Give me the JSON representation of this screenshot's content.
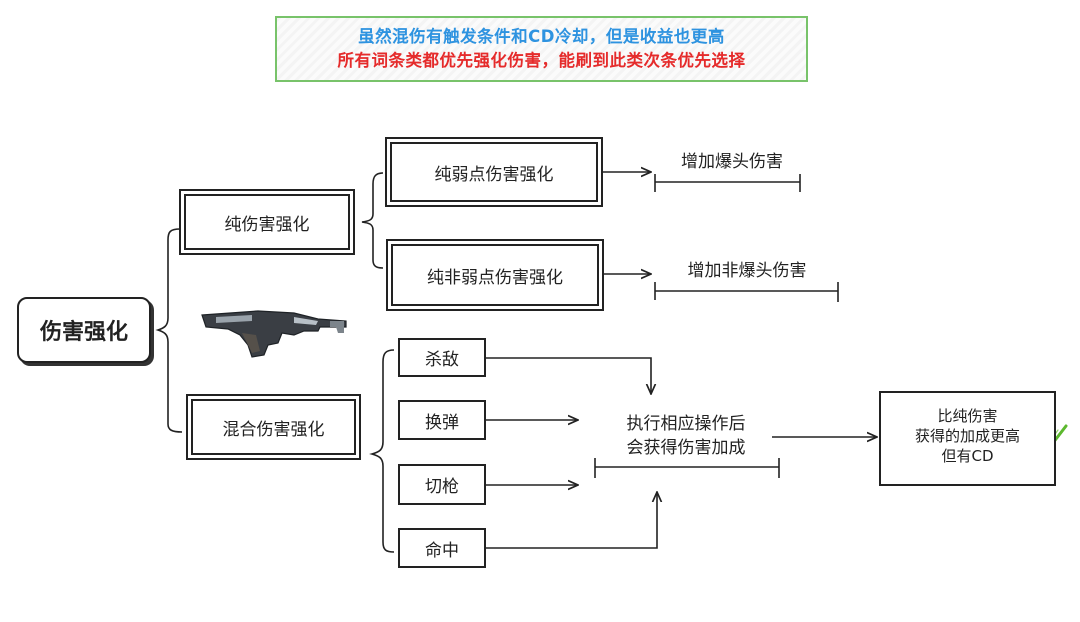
{
  "banner": {
    "line1": "虽然混伤有触发条件和CD冷却，但是收益也更高",
    "line2": "所有词条类都优先强化伤害，能刷到此类次条优先选择",
    "color_line1": "#2e93e0",
    "color_line2": "#e52b2b"
  },
  "root": {
    "label": "伤害强化"
  },
  "pure": {
    "label": "纯伤害强化",
    "children": [
      {
        "label": "纯弱点伤害强化",
        "effect": "增加爆头伤害"
      },
      {
        "label": "纯非弱点伤害强化",
        "effect": "增加非爆头伤害"
      }
    ]
  },
  "mixed": {
    "label": "混合伤害强化",
    "triggers": [
      "杀敌",
      "换弹",
      "切枪",
      "命中"
    ],
    "effect_line1": "执行相应操作后",
    "effect_line2": "会获得伤害加成",
    "result": [
      "比纯伤害",
      "获得的加成更高",
      "但有CD"
    ]
  },
  "icons": {
    "weapon": "weapon-icon",
    "check": "green-check-icon"
  },
  "colors": {
    "check": "#5cb82e",
    "banner_border": "#78c36a"
  }
}
